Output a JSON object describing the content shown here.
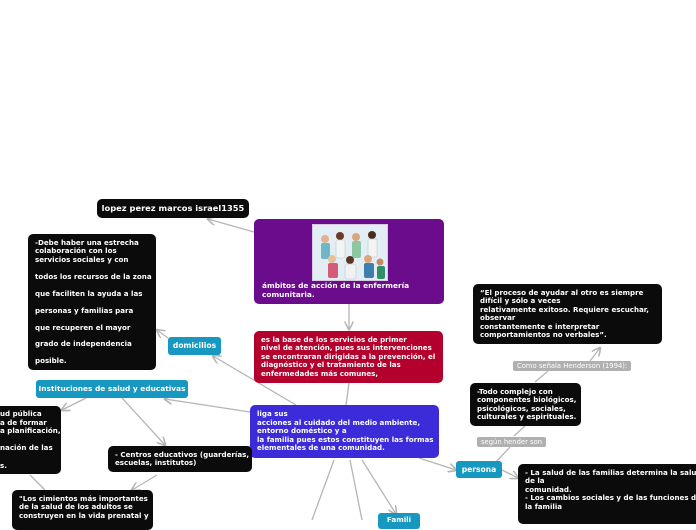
{
  "nodes": {
    "author": "lopez perez marcos israel1355",
    "central_title": [
      "ámbitos de acción de la enfermería",
      "comunitaria."
    ],
    "base": [
      "es la base de los servicios de primer",
      "nivel de atención, pues sus intervenciones",
      "se encontraran dirigidas a la prevención, el",
      "diagnóstico y el tratamiento de las",
      "enfermedades más comunes,"
    ],
    "liga": [
      "liga sus",
      "acciones al cuidado del medio ambiente,",
      "entorno doméstico y a",
      "la familia pues estos constituyen las formas",
      "elementales de una comunidad."
    ],
    "domicilios": "domicilios",
    "domicilios_note": [
      "-Debe haber una estrecha",
      "colaboración con los",
      "servicios sociales y con",
      "",
      "todos los recursos de la zona",
      "",
      "que faciliten la ayuda a las",
      "",
      "personas y familias para",
      "",
      "que recuperen el mayor",
      "",
      "grado de independencia",
      "",
      "posible."
    ],
    "instituciones": "Instituciones de salud y educativas",
    "salud_publica": [
      "ud pública",
      "a de formar",
      "a planificación,",
      "",
      "nación de las",
      "",
      "s."
    ],
    "centros": [
      "- Centros educativos (guarderías,",
      "escuelas, institutos)"
    ],
    "cimientos": [
      "\"Los cimientos más importantes",
      "de la salud de los adultos se",
      "construyen en la vida prenatal y"
    ],
    "persona": "persona",
    "segun": "según hender son",
    "componentes": [
      "-Todo complejo con",
      "componentes biológicos,",
      "psicológicos, sociales,",
      "culturales y espirituales."
    ],
    "henderson": "Como señala Henderson (1994):",
    "proceso": [
      "“El proceso de ayudar al otro es siempre",
      "difícil y sólo a veces",
      "relativamente exitoso. Requiere escuchar,",
      "observar",
      "constantemente e interpretar",
      "comportamientos no verbales”."
    ],
    "familias": [
      "- La salud de las familias determina la salud",
      "de la",
      "comunidad.",
      "- Los cambios sociales y de las funciones de",
      "la familia"
    ],
    "familia_stub": "Famili"
  },
  "icons": {
    "central_image": "nurses-group-illustration"
  },
  "colors": {
    "central": "#6a0c8c",
    "base": "#b3002d",
    "liga": "#3b2bd8",
    "topic": "#1698c0",
    "note": "#0b0b0b",
    "connector": "#b5b5b5"
  }
}
